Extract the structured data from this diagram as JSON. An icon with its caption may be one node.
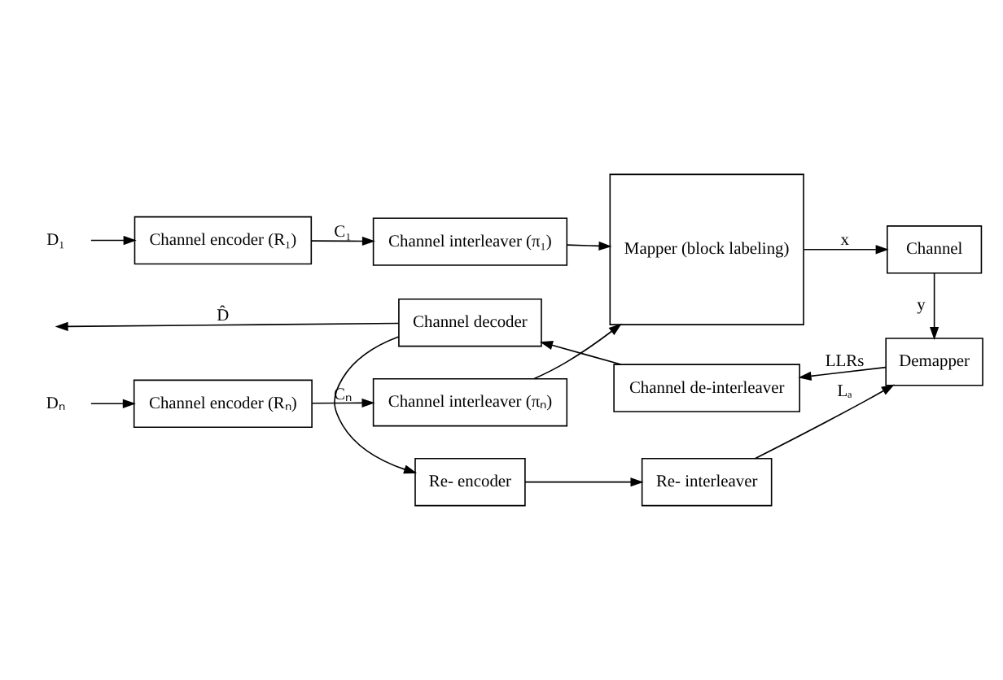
{
  "diagram": {
    "nodes": [
      {
        "text": [
          "D₁"
        ]
      },
      {
        "text": [
          "Channel encoder (R₁)"
        ]
      },
      {
        "text": [
          "Channel interleaver (π₁)"
        ]
      },
      {
        "text": [
          "Mapper (block labeling)"
        ]
      },
      {
        "text": [
          "Dₙ"
        ]
      },
      {
        "text": [
          "Channel encoder (Rₙ)"
        ]
      },
      {
        "text": [
          "Channel interleaver (πₙ)"
        ]
      },
      {
        "text": [
          "Channel"
        ]
      },
      {
        "text": [
          "Demapper"
        ]
      },
      {
        "text": [
          "Channel de-interleaver"
        ]
      },
      {
        "text": [
          "Channel decoder"
        ]
      },
      {
        "text": [
          "Re- encoder"
        ]
      },
      {
        "text": [
          "Re- interleaver"
        ]
      }
    ],
    "edges": [
      {
        "from": 0,
        "to": 1,
        "arrow": "to"
      },
      {
        "from": 1,
        "to": 2,
        "arrow": "to",
        "label": "C₁"
      },
      {
        "from": 2,
        "to": 3,
        "arrow": "to"
      },
      {
        "from": 4,
        "to": 5,
        "arrow": "to"
      },
      {
        "from": 5,
        "to": 6,
        "arrow": "to",
        "label": "Cₙ"
      },
      {
        "from": 6,
        "to": 3,
        "arrow": "to"
      },
      {
        "from": 3,
        "to": 7,
        "arrow": "to",
        "label": "x"
      },
      {
        "from": 7,
        "to": 8,
        "arrow": "to",
        "label": "y"
      },
      {
        "from": 8,
        "to": 9,
        "arrow": "to",
        "label": "LLRs"
      },
      {
        "from": 9,
        "to": 10,
        "arrow": "to"
      },
      {
        "from": 10,
        "to": null,
        "arrow": "to",
        "label": "D̂"
      },
      {
        "from": 10,
        "to": 11,
        "arrow": "to"
      },
      {
        "from": 11,
        "to": 12,
        "arrow": "to"
      },
      {
        "from": 12,
        "to": 8,
        "arrow": "to",
        "label": "Lₐ"
      }
    ]
  }
}
